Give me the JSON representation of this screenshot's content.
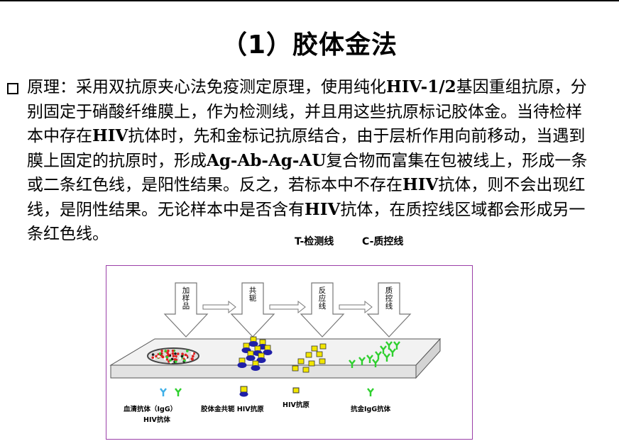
{
  "slide": {
    "title": "（1）胶体金法",
    "paragraph_segments": [
      {
        "text": "原理：采用双抗原夹心法免疫测定原理，使用纯化",
        "bold": false
      },
      {
        "text": "HIV-1/2",
        "bold": true
      },
      {
        "text": "基因重组抗原，分别固定于硝酸纤维膜上，作为检测线，并且用这些抗原标记胶体金。当待检样本中存在",
        "bold": false
      },
      {
        "text": "HIV",
        "bold": true
      },
      {
        "text": "抗体时，先和金标记抗原结合，由于层析作用向前移动，当遇到膜上固定的抗原时，形成",
        "bold": false
      },
      {
        "text": "Ag-Ab-Ag-AU",
        "bold": true
      },
      {
        "text": "复合物而富集在包被线上，形成一条或二条红色线，是阳性结果。反之，若标本中不存在",
        "bold": false
      },
      {
        "text": "HIV",
        "bold": true
      },
      {
        "text": "抗体，则不会出现红线，是阴性结果。无论样本中是否含有",
        "bold": false
      },
      {
        "text": "HIV",
        "bold": true
      },
      {
        "text": "抗体，在质控线区域都会形成另一条红色线。",
        "bold": false
      }
    ],
    "t_label": "T-检测线",
    "c_label": "C-质控线"
  },
  "diagram": {
    "steps": [
      "加样品",
      "共轭",
      "反应线",
      "质控线"
    ],
    "legend": [
      {
        "line1": "血清抗体（IgG）",
        "line2": "HIV抗体"
      },
      {
        "line1": "胶体金共轭 HIV抗原",
        "line2": ""
      },
      {
        "line1": "HIV抗原",
        "line2": ""
      },
      {
        "line1": "抗金IgG抗体",
        "line2": ""
      }
    ],
    "colors": {
      "strip": "#e8e8e8",
      "gold_conjugate": "#f2e600",
      "navy": "#1f1fa8",
      "antibody_green": "#2fd02f",
      "antibody_cyan": "#3fb0e8",
      "sample_red": "#e02020",
      "frame": "#9b3fa8"
    }
  }
}
